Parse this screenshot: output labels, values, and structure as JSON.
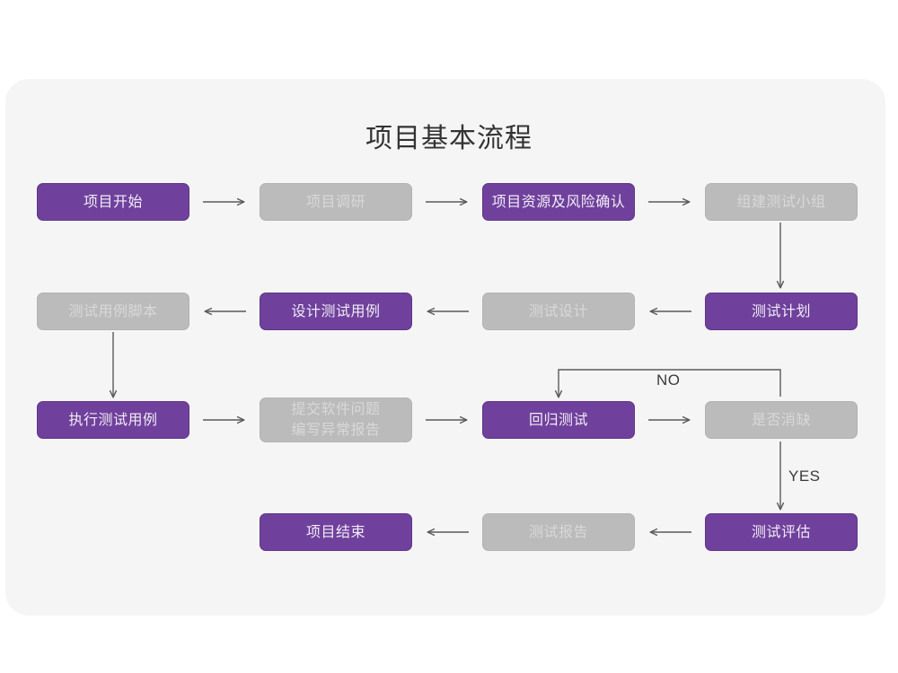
{
  "page": {
    "background_color": "#ffffff",
    "card_color": "#f5f5f5"
  },
  "colors": {
    "purple_fill": "#6f419c",
    "purple_border": "#5f3688",
    "purple_text": "#f2ecf6",
    "gray_fill": "#bbbbbb",
    "gray_border": "#b3b3b3",
    "gray_text": "#d8d8d8",
    "arrow": "#5a5a5a",
    "title_text": "#333333"
  },
  "title": "项目基本流程",
  "nodes": [
    {
      "id": "n1",
      "label": "项目开始",
      "style": "purple",
      "row": 1
    },
    {
      "id": "n2",
      "label": "项目调研",
      "style": "gray",
      "row": 1
    },
    {
      "id": "n3",
      "label": "项目资源及风险确认",
      "style": "purple",
      "row": 1
    },
    {
      "id": "n4",
      "label": "组建测试小组",
      "style": "gray",
      "row": 1
    },
    {
      "id": "n5",
      "label": "测试用例脚本",
      "style": "gray",
      "row": 2
    },
    {
      "id": "n6",
      "label": "设计测试用例",
      "style": "purple",
      "row": 2
    },
    {
      "id": "n7",
      "label": "测试设计",
      "style": "gray",
      "row": 2
    },
    {
      "id": "n8",
      "label": "测试计划",
      "style": "purple",
      "row": 2
    },
    {
      "id": "n9",
      "label": "执行测试用例",
      "style": "purple",
      "row": 3
    },
    {
      "id": "n10",
      "label": "提交软件问题\n编写异常报告",
      "style": "gray",
      "row": 3
    },
    {
      "id": "n11",
      "label": "回归测试",
      "style": "purple",
      "row": 3
    },
    {
      "id": "n12",
      "label": "是否消缺",
      "style": "gray",
      "row": 3
    },
    {
      "id": "n13",
      "label": "项目结束",
      "style": "purple",
      "row": 4
    },
    {
      "id": "n14",
      "label": "测试报告",
      "style": "gray",
      "row": 4
    },
    {
      "id": "n15",
      "label": "测试评估",
      "style": "purple",
      "row": 4
    }
  ],
  "edge_labels": {
    "no": "NO",
    "yes": "YES"
  }
}
